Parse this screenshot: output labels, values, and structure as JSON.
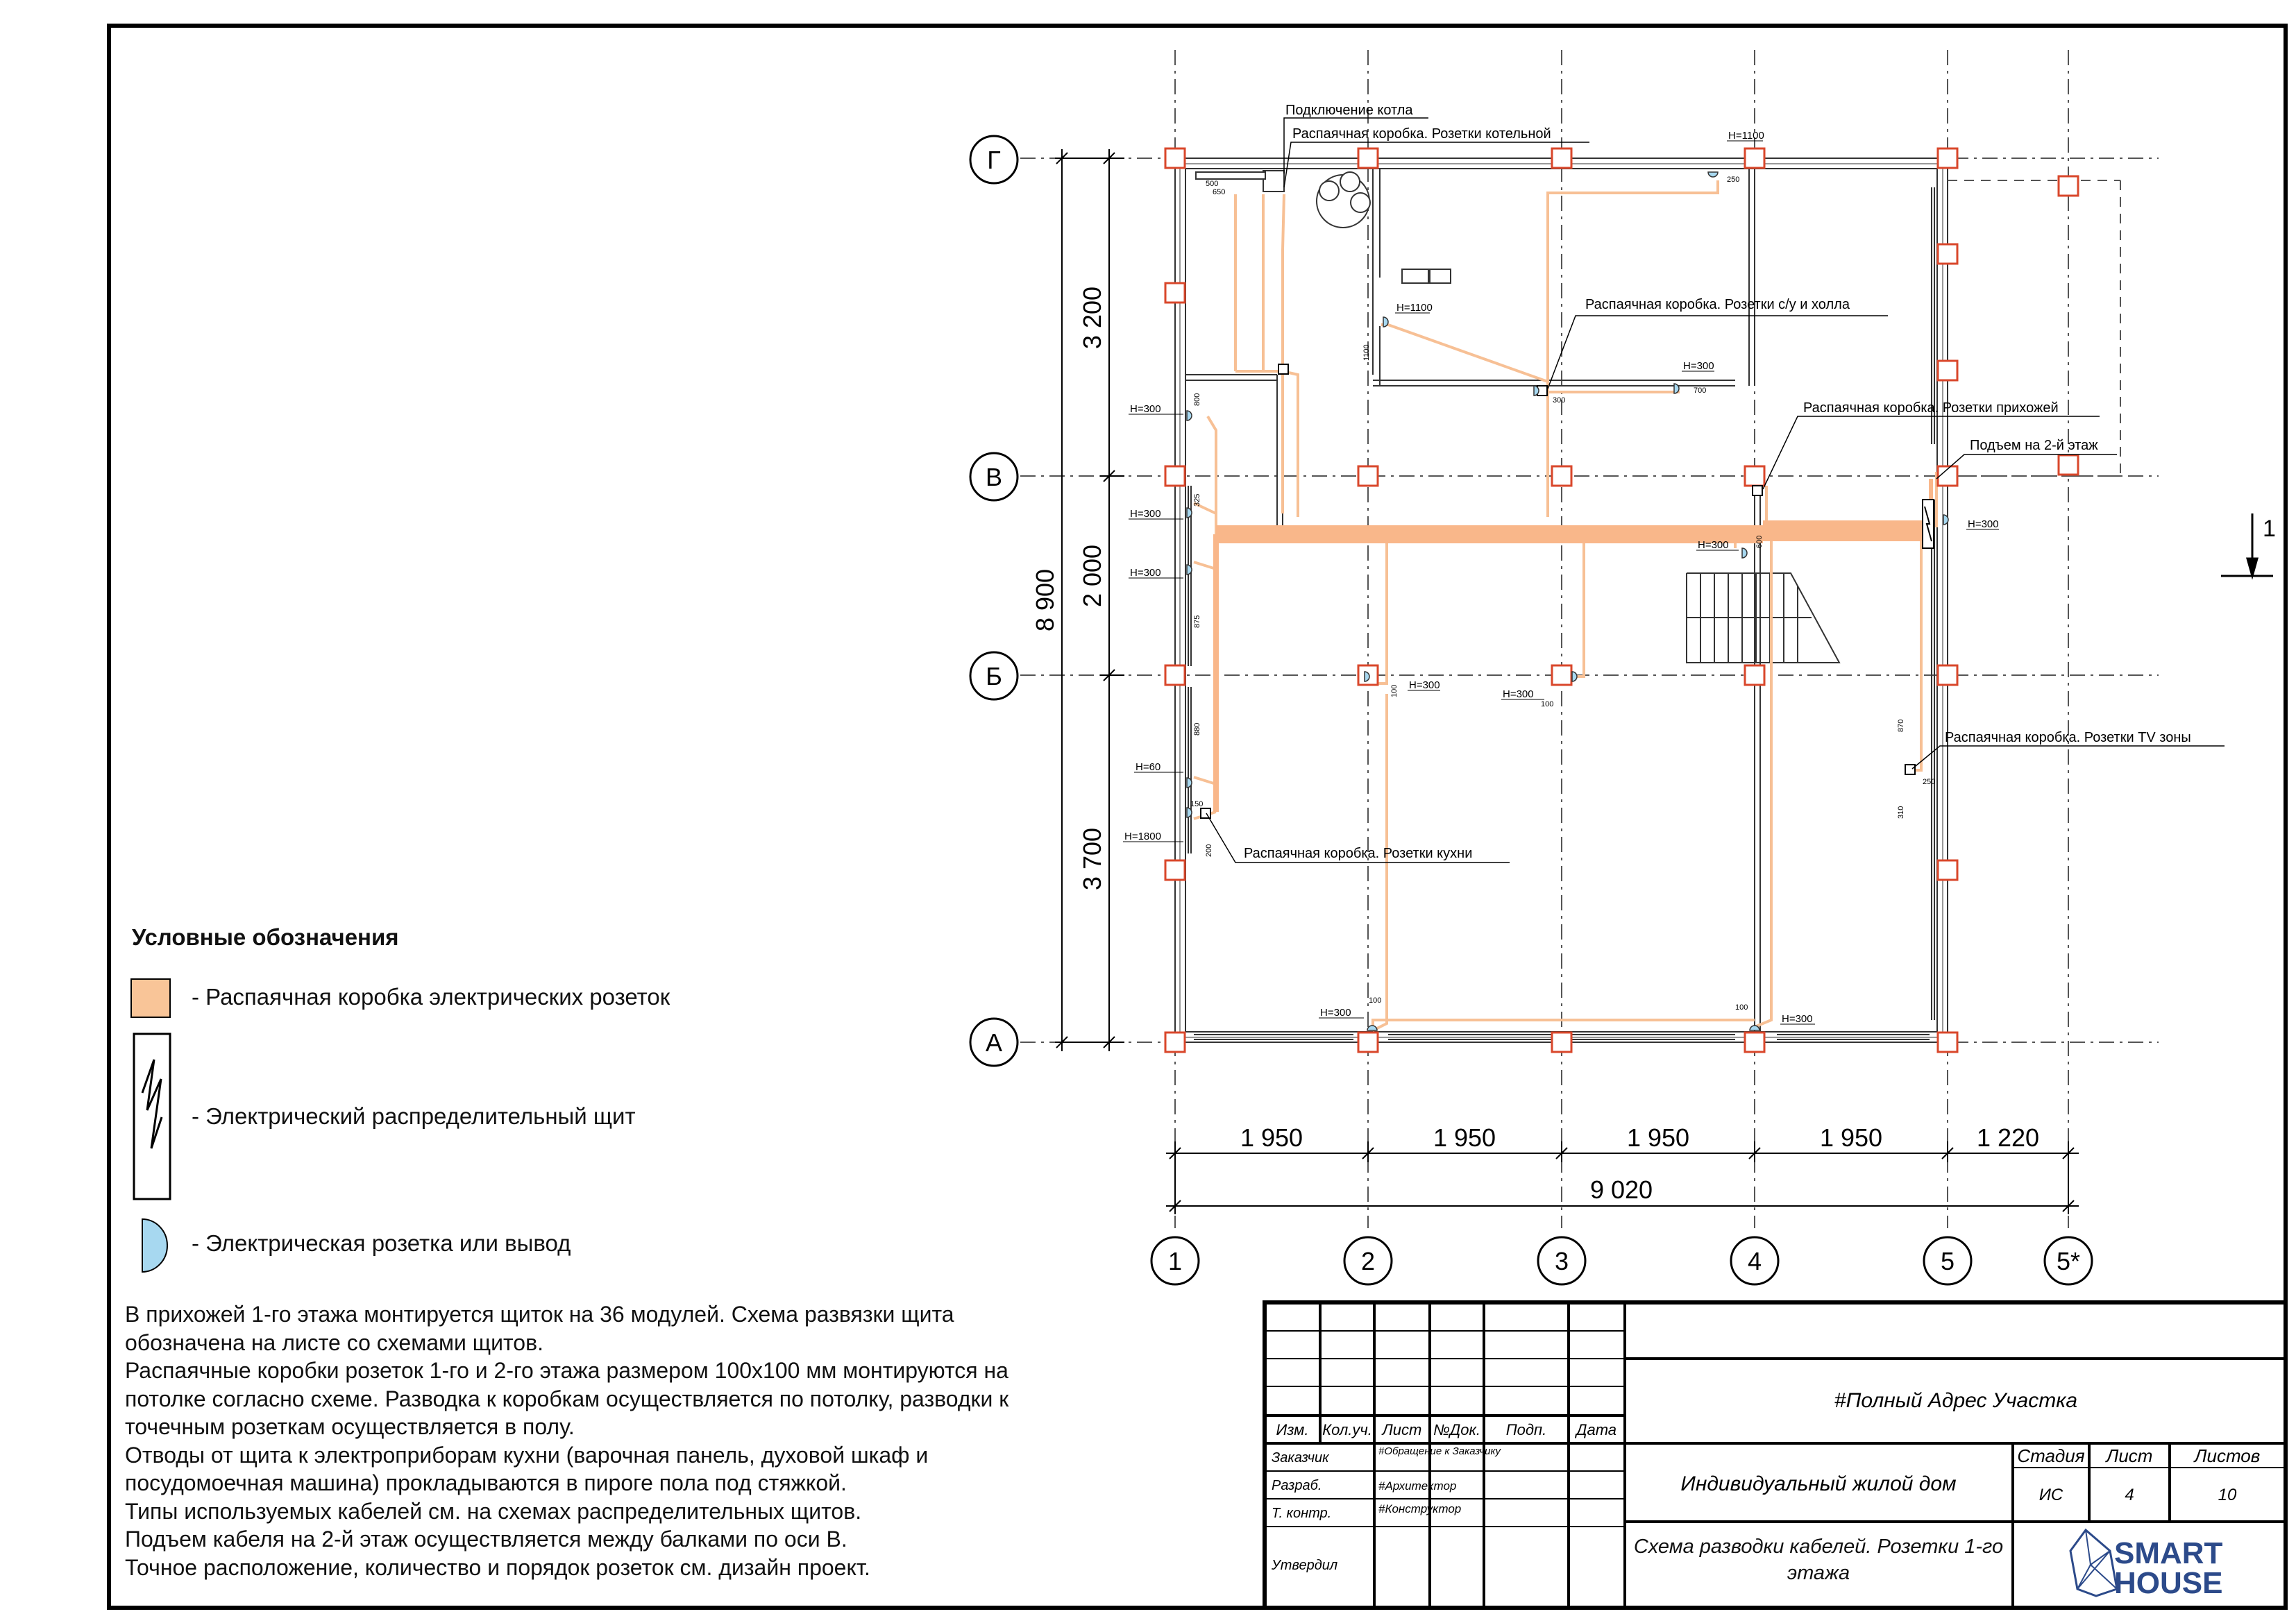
{
  "axes": {
    "columns": [
      "1",
      "2",
      "3",
      "4",
      "5",
      "5*"
    ],
    "rows": [
      "Г",
      "В",
      "Б",
      "А"
    ]
  },
  "dimensions": {
    "bottom": [
      "1 950",
      "1 950",
      "1 950",
      "1 950",
      "1 220"
    ],
    "total_x": "9 020",
    "left_parts": [
      "3 200",
      "2 000",
      "3 700"
    ],
    "total_y": "8 900"
  },
  "section_mark": "1",
  "callouts": {
    "boiler": "Подключение котла",
    "boiler_room": "Распаячная коробка. Розетки котельной",
    "bath_hall": "Распаячная коробка. Розетки с/у и холла",
    "hallway": "Распаячная коробка. Розетки прихожей",
    "upstairs": "Подъем на 2-й этаж",
    "tv": "Распаячная коробка. Розетки TV зоны",
    "kitchen": "Распаячная коробка. Розетки кухни"
  },
  "heights": {
    "h1100_top": "H=1100",
    "h1100_bath": "H=1100",
    "h300_hall": "H=300",
    "h300_left1": "H=300",
    "h300_left2": "H=300",
    "h300_left3": "H=300",
    "h60": "H=60",
    "h1800": "H=1800",
    "h300_b2": "H=300",
    "h300_b3": "H=300",
    "h300_stairs": "H=300",
    "h300_right": "H=300",
    "h300_bottom_left": "H=300",
    "h300_bottom_right": "H=300"
  },
  "small_dims": {
    "d500": "500",
    "d650": "650",
    "d250": "250",
    "d300a": "300",
    "d700": "700",
    "d800": "800",
    "d325": "325",
    "d875": "875",
    "d880": "880",
    "d150": "150",
    "d200": "200",
    "d100a": "100",
    "d100b": "100",
    "d870": "870",
    "d250b": "250",
    "d310": "310",
    "d100c": "100",
    "d100d": "100",
    "d600": "600",
    "d1100": "1100"
  },
  "legend": {
    "title": "Условные обозначения",
    "box": "- Распаячная коробка электрических розеток",
    "panel": "- Электрический распределительный щит",
    "socket": "- Электрическая розетка или вывод"
  },
  "notes": [
    "В прихожей 1-го этажа монтируется щиток на 36 модулей. Схема развязки щита",
    "обозначена на листе со схемами щитов.",
    "Распаячные коробки розеток 1-го и 2-го этажа размером 100х100 мм монтируются на",
    "потолке согласно схеме. Разводка к коробкам осуществляется по потолку, разводки к",
    "точечным розеткам осуществляется в полу.",
    "Отводы от щита к электроприборам кухни (варочная панель, духовой шкаф и",
    "посудомоечная машина) прокладываются в пироге пола под стяжкой.",
    "Типы используемых кабелей см. на схемах распределительных щитов.",
    "Подъем кабеля на 2-й этаж осуществляется между балками по оси В.",
    "Точное расположение, количество и порядок розеток см. дизайн проект."
  ],
  "title_block": {
    "headers": [
      "Изм.",
      "Кол.уч.",
      "Лист",
      "№Док.",
      "Подп.",
      "Дата"
    ],
    "roles": [
      "Заказчик",
      "Разраб.",
      "Т. контр.",
      "Утвердил"
    ],
    "names": [
      "#Обращение к Заказчику",
      "#Архитектор",
      "#Конструктор"
    ],
    "address": "#Полный Адрес Участка",
    "project": "Индивидуальный жилой дом",
    "sheet_title": "Схема разводки кабелей. Розетки 1-го этажа",
    "stage_label": "Стадия",
    "sheet_label": "Лист",
    "sheets_label": "Листов",
    "stage": "ИС",
    "sheet": "4",
    "sheets": "10",
    "logo_line1": "SMART",
    "logo_line2": "HOUSE"
  },
  "colors": {
    "cable": "#f7c095",
    "cable_main": "#f9b78a",
    "column": "#d9472b",
    "socket": "#a7d8f0"
  }
}
